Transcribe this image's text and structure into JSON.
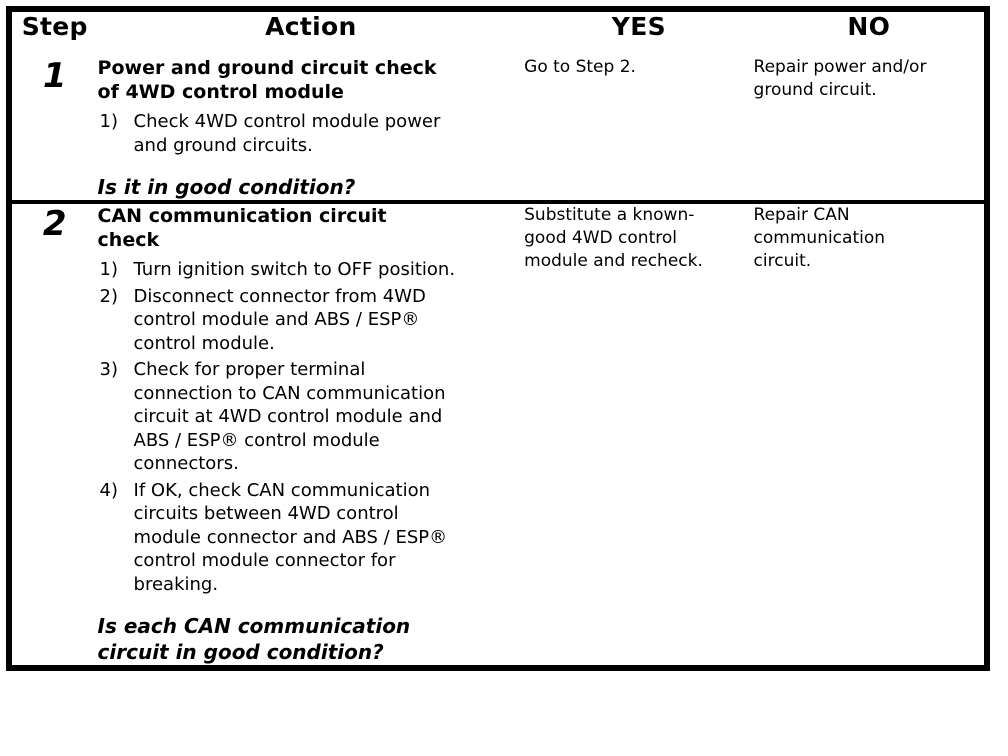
{
  "document": {
    "type": "diagnostic-flow-table",
    "background_color": "#ffffff",
    "text_color": "#000000",
    "border_color": "#000000"
  },
  "table": {
    "headers": {
      "step": "Step",
      "action": "Action",
      "yes": "YES",
      "no": "NO"
    },
    "rows": [
      {
        "step": "1",
        "action": {
          "title": "Power and ground circuit check\nof 4WD control module",
          "items": [
            {
              "marker": "1)",
              "text": "Check 4WD control module power\nand ground circuits."
            }
          ],
          "question": "Is it in good condition?"
        },
        "yes": "Go to Step 2.",
        "no": "Repair power and/or\nground circuit."
      },
      {
        "step": "2",
        "action": {
          "title": "CAN communication circuit\ncheck",
          "items": [
            {
              "marker": "1)",
              "text": "Turn ignition switch to OFF position."
            },
            {
              "marker": "2)",
              "text": "Disconnect connector from 4WD\ncontrol module and ABS / ESP®\ncontrol module."
            },
            {
              "marker": "3)",
              "text": "Check for proper terminal\nconnection to CAN communication\ncircuit at 4WD control module and\nABS / ESP® control module\nconnectors."
            },
            {
              "marker": "4)",
              "text": "If OK, check CAN communication\ncircuits between 4WD control\nmodule connector and ABS / ESP®\ncontrol module connector for\nbreaking."
            }
          ],
          "question": "Is each CAN communication\ncircuit in good condition?"
        },
        "yes": "Substitute a known-\ngood 4WD control\nmodule and recheck.",
        "no": "Repair CAN\ncommunication\ncircuit."
      }
    ]
  }
}
